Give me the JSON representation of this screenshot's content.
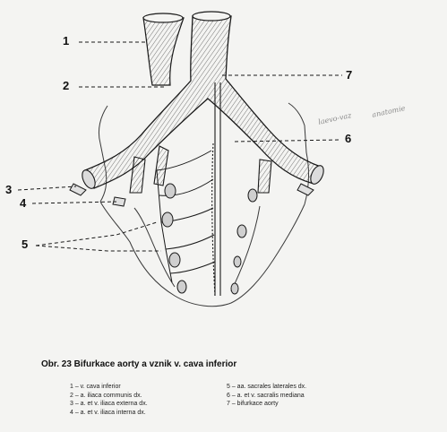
{
  "labels": {
    "n1": "1",
    "n2": "2",
    "n3": "3",
    "n4": "4",
    "n5": "5",
    "n6": "6",
    "n7": "7"
  },
  "caption": "Obr. 23 Bifurkace aorty a vznik v. cava inferior",
  "legend_left": [
    "1 – v. cava inferior",
    "2 – a. iliaca communis dx.",
    "3 – a. et v. iliaca externa dx.",
    "4 – a. et v. iliaca interna dx."
  ],
  "legend_right": [
    "5 – aa. sacrales laterales dx.",
    "6 – a. et v. sacralis mediana",
    "7 – bifurkace aorty"
  ],
  "handwriting": {
    "line1": "laevo-vaz",
    "line2": "anatomie"
  },
  "colors": {
    "ink": "#1a1a1a",
    "paper": "#f4f4f2",
    "pencil": "#8a8a8a"
  }
}
